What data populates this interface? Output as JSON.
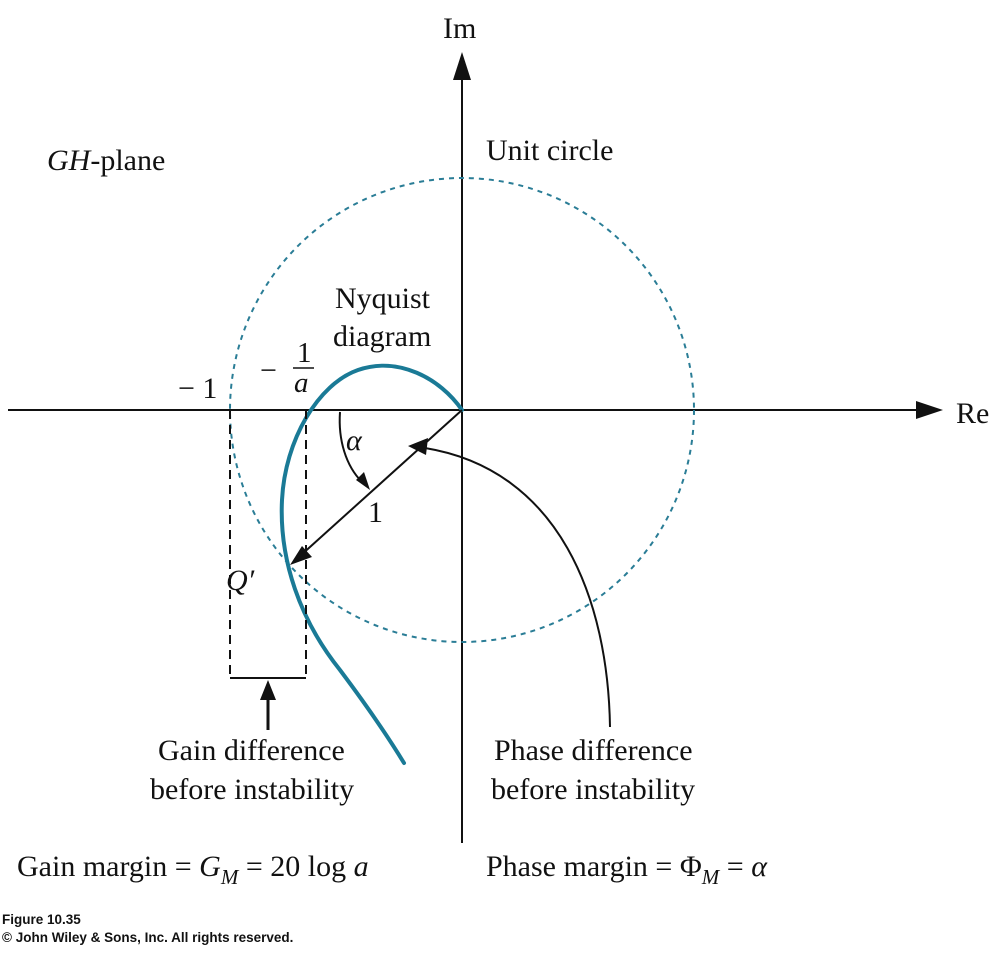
{
  "diagram": {
    "axis_labels": {
      "imaginary": "Im",
      "real": "Re"
    },
    "plane_label": {
      "italic": "GH",
      "rest": "-plane"
    },
    "unit_circle_label": "Unit circle",
    "nyquist_label": [
      "Nyquist",
      "diagram"
    ],
    "minus_one_label": "− 1",
    "minus_one_over_a": {
      "sign": "−",
      "numerator": "1",
      "denominator": "a"
    },
    "angle_label": "α",
    "unit_length_label": "1",
    "point_label": "Q′",
    "gain_difference_label": [
      "Gain difference",
      "before instability"
    ],
    "phase_difference_label": [
      "Phase difference",
      "before instability"
    ],
    "gain_margin_formula": {
      "prefix": "Gain margin = ",
      "G": "G",
      "sub": "M",
      "suffix": " = 20 log ",
      "a": "a"
    },
    "phase_margin_formula": {
      "prefix": "Phase margin = Φ",
      "sub": "M",
      "suffix": " = ",
      "alpha": "α"
    },
    "colors": {
      "curve": "#1a7a96",
      "circle": "#2a7d96",
      "lines": "#111111"
    }
  },
  "caption": {
    "figure": "Figure 10.35",
    "copyright": "© John Wiley & Sons, Inc. All rights reserved."
  }
}
